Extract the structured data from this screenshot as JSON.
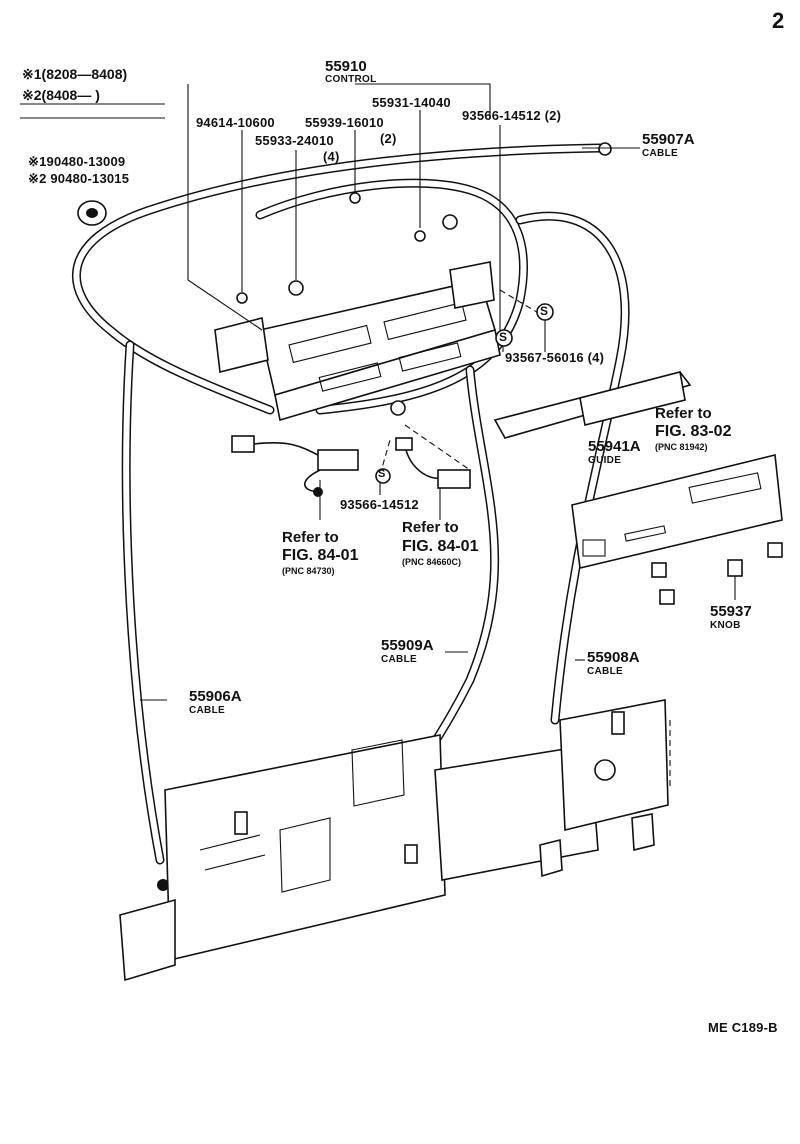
{
  "page_number": "2",
  "legend": {
    "note1_mark": "※1",
    "note1_range": "(8208—8408)",
    "note2_mark": "※2",
    "note2_range": "(8408—     )"
  },
  "labels": {
    "control_pn": "55910",
    "control_name": "CONTROL",
    "p94614": "94614-10600",
    "p55939": "55939-16010",
    "p55939_qty": "(2)",
    "p55933": "55933-24010",
    "p55933_qty": "(4)",
    "p55931": "55931-14040",
    "p93566a": "93566-14512 (2)",
    "p90480_1": "※190480-13009",
    "p90480_2": "※2 90480-13015",
    "cable55907_pn": "55907A",
    "cable55907_name": "CABLE",
    "p93567": "93567-56016 (4)",
    "guide_pn": "55941A",
    "guide_name": "GUIDE",
    "p93566b": "93566-14512",
    "knob_pn": "55937",
    "knob_name": "KNOB",
    "cable55909_pn": "55909A",
    "cable55909_name": "CABLE",
    "cable55908_pn": "55908A",
    "cable55908_name": "CABLE",
    "cable55906_pn": "55906A",
    "cable55906_name": "CABLE",
    "circled_s": "S",
    "diagram_code": "ME  C189-B"
  },
  "refs": {
    "r1_text": "Refer to",
    "r1_fig": "FIG. 84-01",
    "r1_pnc": "(PNC 84730)",
    "r2_text": "Refer to",
    "r2_fig": "FIG. 84-01",
    "r2_pnc": "(PNC 84660C)",
    "r3_text": "Refer to",
    "r3_fig": "FIG. 83-02",
    "r3_pnc": "(PNC 81942)"
  }
}
